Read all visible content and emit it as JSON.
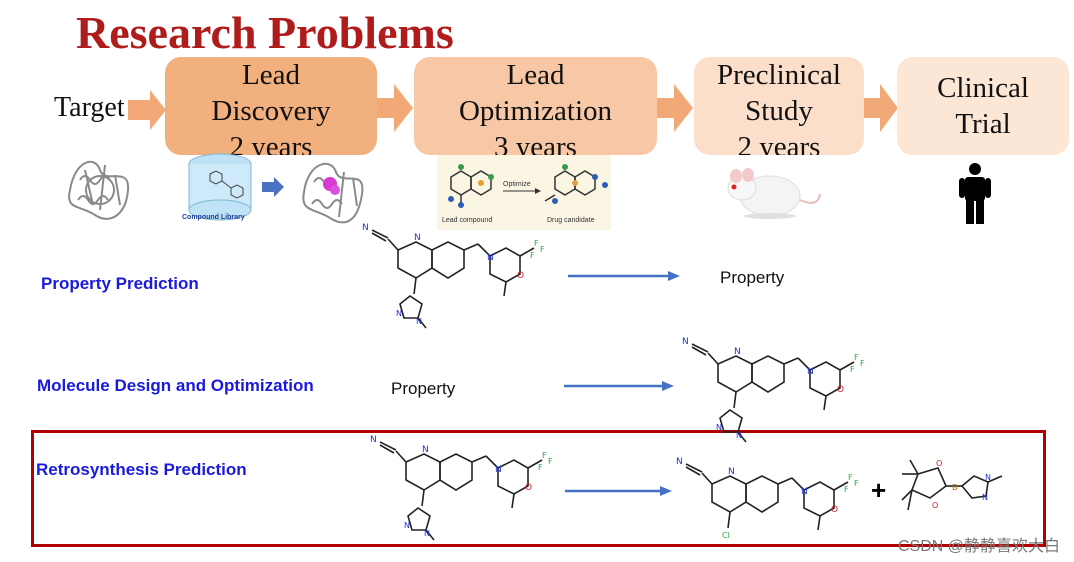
{
  "title": "Research Problems",
  "pipeline": {
    "start_label": "Target",
    "stages": [
      {
        "line1": "Lead",
        "line2": "Discovery",
        "line3": "2 years",
        "color": "#f3b07f"
      },
      {
        "line1": "Lead",
        "line2": "Optimization",
        "line3": "3 years",
        "color": "#f8c8a6"
      },
      {
        "line1": "Preclinical",
        "line2": "Study",
        "line3": "2 years",
        "color": "#fbdfca"
      },
      {
        "line1": "Clinical",
        "line2": "Trial",
        "line3": "",
        "color": "#fce6d6"
      }
    ],
    "arrow_color": "#f2a877"
  },
  "images": {
    "compound_library_caption": "Compound Library",
    "optimize_label": "Optimize",
    "lead_compound_caption": "Lead compound",
    "drug_candidate_caption": "Drug candidate"
  },
  "tasks": [
    {
      "label": "Property Prediction",
      "io_label": "Property"
    },
    {
      "label": "Molecule Design and Optimization",
      "io_label": "Property"
    },
    {
      "label": "Retrosynthesis Prediction",
      "plus": "+"
    }
  ],
  "arrow_color": "#4472c4",
  "highlight_color": "#b00000",
  "watermark": "CSDN @静静喜欢大白"
}
